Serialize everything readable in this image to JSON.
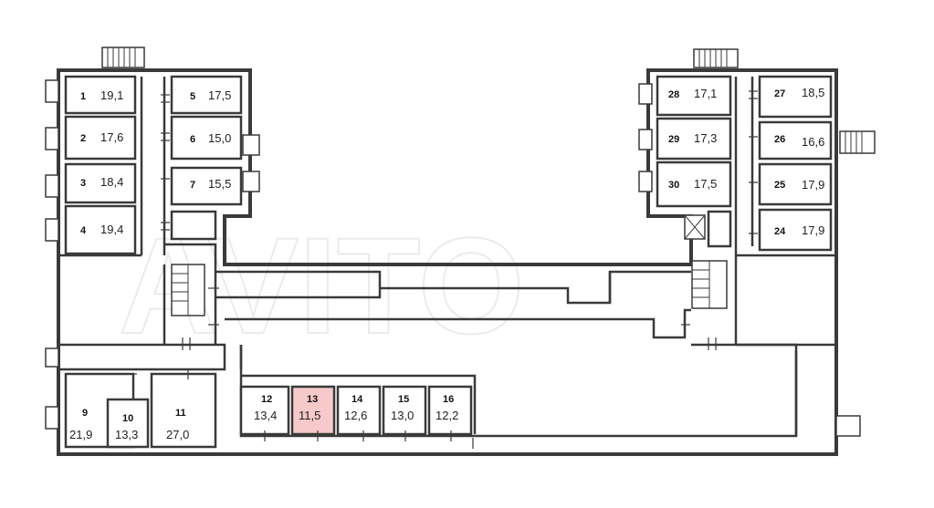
{
  "colors": {
    "wall": "#3a3a3a",
    "highlight": "#f7c9c9",
    "background": "#ffffff"
  },
  "watermark": "AVITO",
  "rooms": [
    {
      "num": "1",
      "area": "19,1",
      "highlight": false
    },
    {
      "num": "2",
      "area": "17,6",
      "highlight": false
    },
    {
      "num": "3",
      "area": "18,4",
      "highlight": false
    },
    {
      "num": "4",
      "area": "19,4",
      "highlight": false
    },
    {
      "num": "5",
      "area": "17,5",
      "highlight": false
    },
    {
      "num": "6",
      "area": "15,0",
      "highlight": false
    },
    {
      "num": "7",
      "area": "15,5",
      "highlight": false
    },
    {
      "num": "9",
      "area": "21,9",
      "highlight": false
    },
    {
      "num": "10",
      "area": "13,3",
      "highlight": false
    },
    {
      "num": "11",
      "area": "27,0",
      "highlight": false
    },
    {
      "num": "12",
      "area": "13,4",
      "highlight": false
    },
    {
      "num": "13",
      "area": "11,5",
      "highlight": true
    },
    {
      "num": "14",
      "area": "12,6",
      "highlight": false
    },
    {
      "num": "15",
      "area": "13,0",
      "highlight": false
    },
    {
      "num": "16",
      "area": "12,2",
      "highlight": false
    },
    {
      "num": "24",
      "area": "17,9",
      "highlight": false
    },
    {
      "num": "25",
      "area": "17,9",
      "highlight": false
    },
    {
      "num": "26",
      "area": "16,6",
      "highlight": false
    },
    {
      "num": "27",
      "area": "18,5",
      "highlight": false
    },
    {
      "num": "28",
      "area": "17,1",
      "highlight": false
    },
    {
      "num": "29",
      "area": "17,3",
      "highlight": false
    },
    {
      "num": "30",
      "area": "17,5",
      "highlight": false
    }
  ]
}
